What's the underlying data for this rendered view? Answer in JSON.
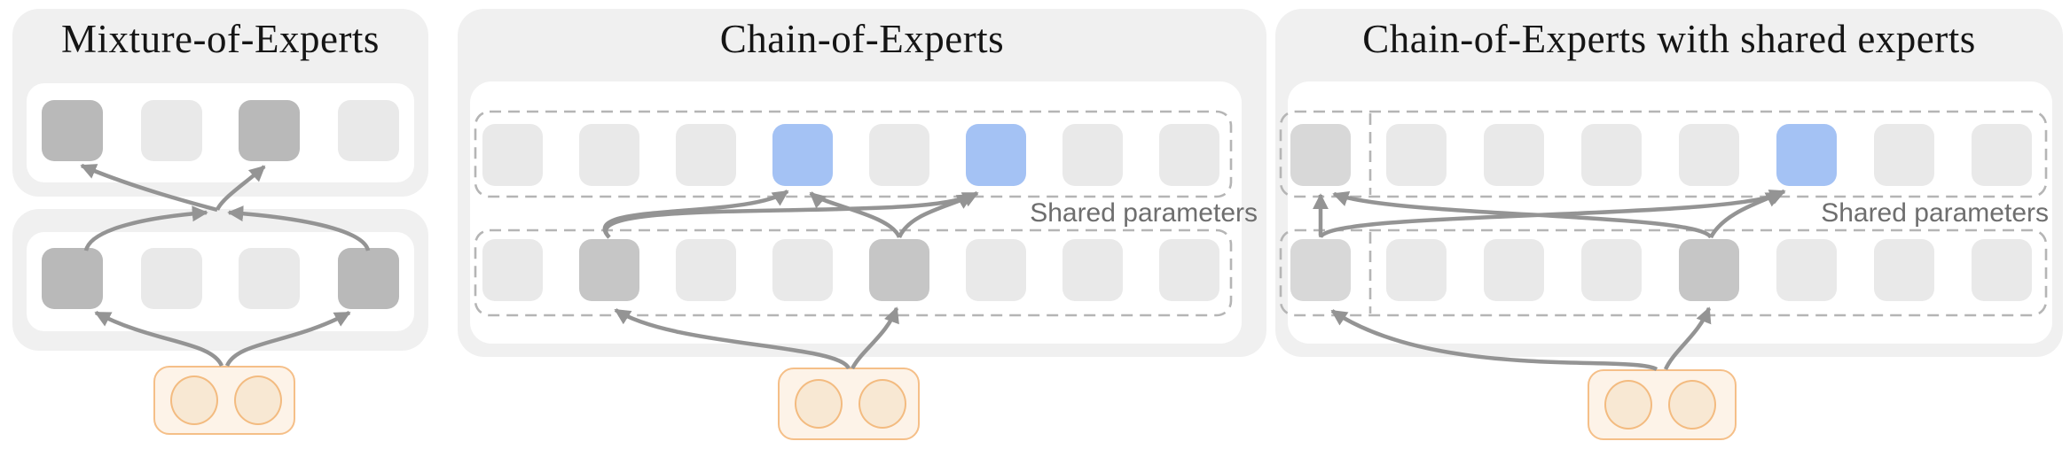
{
  "figure": {
    "type": "architecture-comparison-diagram",
    "background": "#ffffff"
  },
  "panels": {
    "moe": {
      "title": "Mixture-of-Experts",
      "rows": {
        "top": [
          "active",
          "idle",
          "active",
          "idle"
        ],
        "bottom": [
          "active",
          "idle",
          "idle",
          "active"
        ]
      },
      "token_circles": 2
    },
    "coe": {
      "title": "Chain-of-Experts",
      "shared_label": "Shared parameters",
      "rows": {
        "top": [
          "idle",
          "idle",
          "idle",
          "selected-blue",
          "idle",
          "selected-blue",
          "idle",
          "idle"
        ],
        "bottom": [
          "idle",
          "routed",
          "idle",
          "idle",
          "routed",
          "idle",
          "idle",
          "idle"
        ]
      },
      "token_circles": 2
    },
    "coe_shared": {
      "title": "Chain-of-Experts with shared experts",
      "shared_label": "Shared parameters",
      "rows": {
        "top": [
          "shared",
          "idle",
          "idle",
          "idle",
          "idle",
          "selected-blue",
          "idle",
          "idle"
        ],
        "bottom": [
          "shared",
          "idle",
          "idle",
          "idle",
          "routed",
          "idle",
          "idle",
          "idle"
        ]
      },
      "token_circles": 2
    }
  },
  "colors": {
    "panel_bg": "#f0f0f0",
    "inner_white": "#ffffff",
    "expert_idle": "#e9e9e9",
    "expert_active_dark": "#b9b9b9",
    "expert_routed": "#c6c6c6",
    "expert_shared_active": "#d8d8d8",
    "expert_selected_blue": "#a4c2f4",
    "dashed_border": "#b5b5b5",
    "arrow": "#949494",
    "token_fill": "#fdf3e8",
    "token_border": "#f5bf88",
    "label_text": "#6e6e6e",
    "title_text": "#151515"
  }
}
